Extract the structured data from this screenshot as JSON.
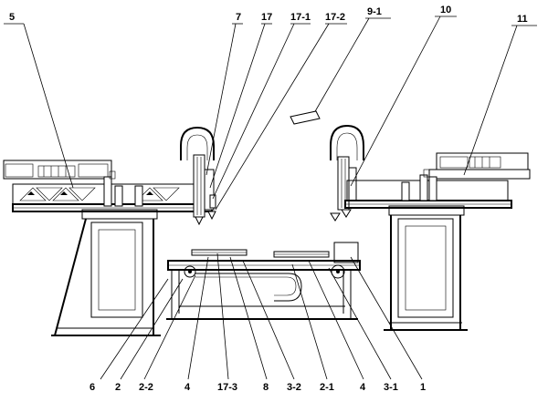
{
  "figure": {
    "labels_top": [
      "5",
      "7",
      "17",
      "17-1",
      "17-2",
      "9-1",
      "10",
      "11"
    ],
    "labels_bottom": [
      "6",
      "2",
      "2-2",
      "4",
      "17-3",
      "8",
      "3-2",
      "2-1",
      "4",
      "3-1",
      "1"
    ]
  }
}
